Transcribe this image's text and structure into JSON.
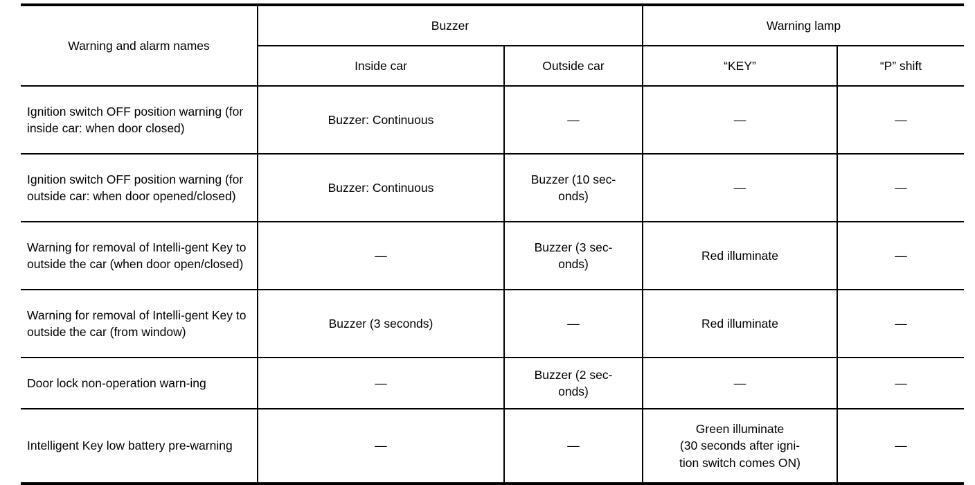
{
  "table": {
    "name": "warning-and-alarm-list",
    "columns": [
      {
        "key": "name",
        "label": "Warning and alarm names",
        "group": null
      },
      {
        "key": "buzzer_in",
        "label": "Inside car",
        "group": "Buzzer"
      },
      {
        "key": "buzzer_out",
        "label": "Outside car",
        "group": "Buzzer"
      },
      {
        "key": "lamp_key",
        "label": "“KEY”",
        "group": "Warning lamp"
      },
      {
        "key": "lamp_p",
        "label": "“P” shift",
        "group": "Warning lamp"
      }
    ],
    "group_headers": [
      {
        "label": "Buzzer",
        "span": 2
      },
      {
        "label": "Warning lamp",
        "span": 2
      }
    ],
    "dash": "—",
    "rows": [
      {
        "name": "Ignition switch OFF position warning (for inside car: when door closed)",
        "buzzer_in": "Buzzer: Continuous",
        "buzzer_out": "—",
        "lamp_key": "—",
        "lamp_p": "—"
      },
      {
        "name": "Ignition switch OFF position warning (for outside car: when door opened/closed)",
        "buzzer_in": "Buzzer: Continuous",
        "buzzer_out": "Buzzer (10 sec-\nonds)",
        "lamp_key": "—",
        "lamp_p": "—"
      },
      {
        "name": "Warning for removal of Intelli-gent Key to outside the car (when door open/closed)",
        "buzzer_in": "—",
        "buzzer_out": "Buzzer (3 sec-\nonds)",
        "lamp_key": "Red illuminate",
        "lamp_p": "—"
      },
      {
        "name": "Warning for removal of Intelli-gent Key to outside the car (from window)",
        "buzzer_in": "Buzzer (3 seconds)",
        "buzzer_out": "—",
        "lamp_key": "Red illuminate",
        "lamp_p": "—"
      },
      {
        "name": "Door lock non-operation warn-ing",
        "buzzer_in": "—",
        "buzzer_out": "Buzzer (2 sec-\nonds)",
        "lamp_key": "—",
        "lamp_p": "—"
      },
      {
        "name": "Intelligent Key low battery pre-warning",
        "buzzer_in": "—",
        "buzzer_out": "—",
        "lamp_key": "Green illuminate\n(30 seconds after igni-\ntion switch comes ON)",
        "lamp_p": "—"
      }
    ]
  },
  "style": {
    "text_color": "#000000",
    "background": "#ffffff",
    "rule_color": "#000000"
  }
}
